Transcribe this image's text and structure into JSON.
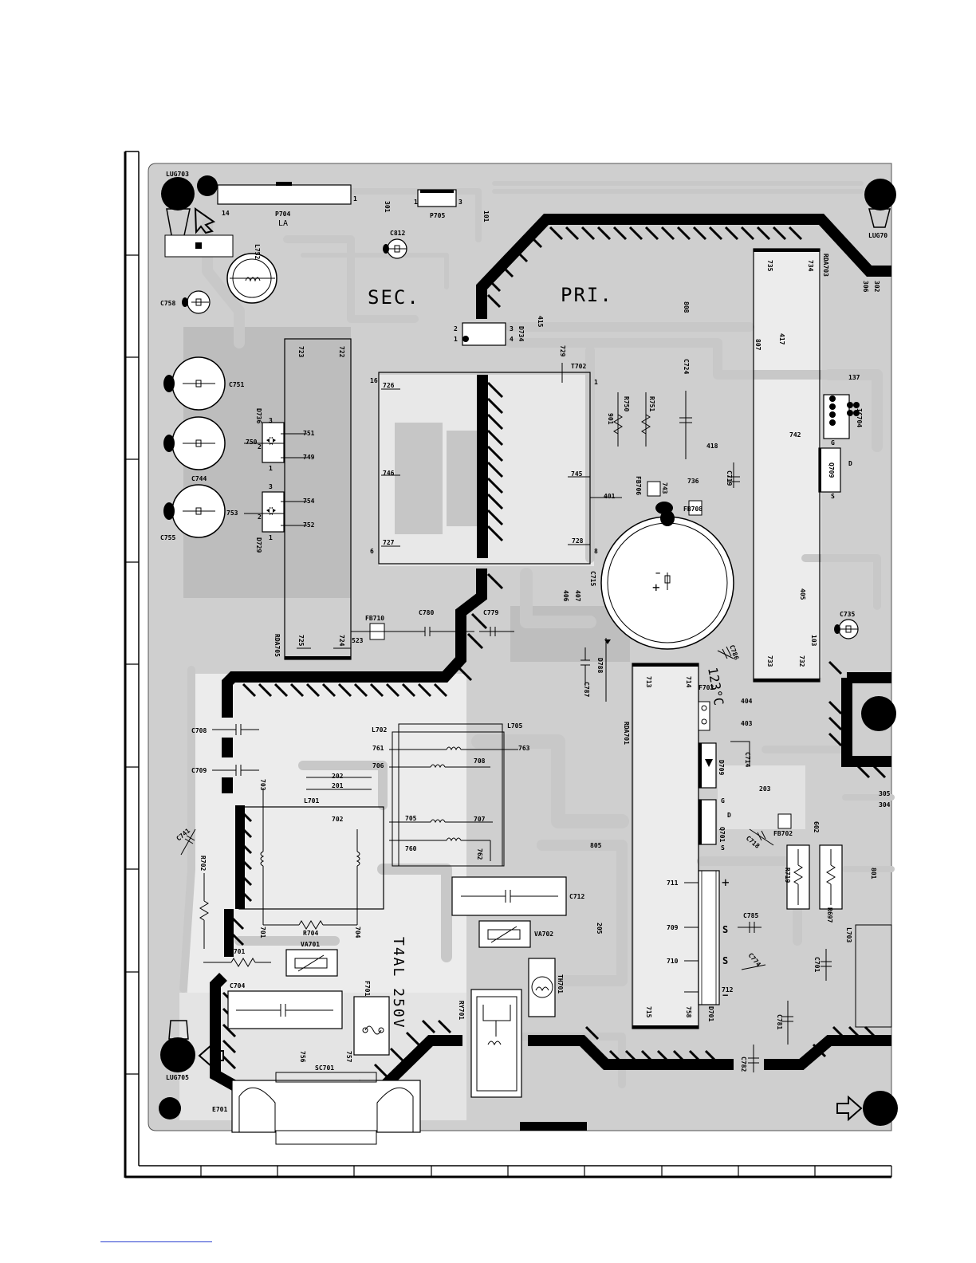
{
  "board": {
    "region_labels": {
      "secondary": "SEC.",
      "primary": "PRI."
    },
    "fuse_rating": "T4AL 250V",
    "thermal_fuse_temp": "123°C"
  },
  "mounting_lugs": {
    "lug_top_left": "LUG703",
    "lug_top_right": "LUG70",
    "lug_bottom_left": "LUG705"
  },
  "connectors": {
    "p704": {
      "ref": "P704",
      "sub": "LA",
      "pin_left": "14",
      "pin_right": "1"
    },
    "p705": {
      "ref": "P705",
      "pin_left": "1",
      "pin_right": "3"
    },
    "e701": "E701",
    "sc701": "SC701",
    "ic704": "IC704"
  },
  "capacitors": {
    "c758": "C758",
    "c812": "C812",
    "c751": "C751",
    "c744": "C744",
    "c755": "C755",
    "c780": "C780",
    "c779": "C779",
    "c735": "C735",
    "c786": "C786",
    "c787": "C787",
    "c708": "C708",
    "c709": "C709",
    "c741": "C741",
    "c704": "C704",
    "c712": "C712",
    "c785": "C785",
    "c774": "C774",
    "c701": "C701",
    "c781": "C781",
    "c782": "C782",
    "c714": "C714",
    "c719": "C719",
    "c715": "C715",
    "c724": "C724",
    "c718": "C718"
  },
  "semis": {
    "d736": "D736",
    "d729": "D729",
    "d734": "D734",
    "d788": "D788",
    "d709": "D709",
    "d701": "D701",
    "q709": "Q709",
    "q701": "Q701",
    "va701": "VA701",
    "va702": "VA702",
    "th701": "TH701",
    "ry701": "RY701",
    "f701": "F701",
    "f702": "F702"
  },
  "magnetics": {
    "l752": "L752",
    "l701": "L701",
    "l702": "L702",
    "l705": "L705",
    "l703": "L703",
    "t702": "T702",
    "fb710": "FB710",
    "fb706": "FB706",
    "fb708": "FB708",
    "fb702": "FB702"
  },
  "resistors": {
    "r750": "R750",
    "r751": "R751",
    "r702": "R702",
    "r704": "R704",
    "r701": "R701",
    "r719": "R719",
    "r697": "R697"
  },
  "modules": {
    "rda703": "RDA703",
    "rda705": "RDA705",
    "rda701": "RDA701"
  },
  "net_labels": [
    "301",
    "101",
    "415",
    "808",
    "807",
    "417",
    "306",
    "302",
    "137",
    "742",
    "418",
    "901",
    "401",
    "743",
    "736",
    "745",
    "746",
    "726",
    "727",
    "728",
    "729",
    "722",
    "723",
    "751",
    "749",
    "750",
    "754",
    "752",
    "753",
    "725",
    "724",
    "523",
    "406",
    "407",
    "405",
    "103",
    "733",
    "732",
    "735",
    "734",
    "713",
    "714",
    "404",
    "403",
    "203",
    "305",
    "304",
    "761",
    "763",
    "706",
    "708",
    "705",
    "707",
    "760",
    "762",
    "703",
    "702",
    "701",
    "704",
    "202",
    "201",
    "805",
    "205",
    "711",
    "709",
    "710",
    "712",
    "715",
    "758",
    "602",
    "801",
    "756",
    "757"
  ],
  "pin_numbers": [
    "1",
    "2",
    "3",
    "4",
    "6",
    "8",
    "16",
    "D",
    "G",
    "S"
  ]
}
